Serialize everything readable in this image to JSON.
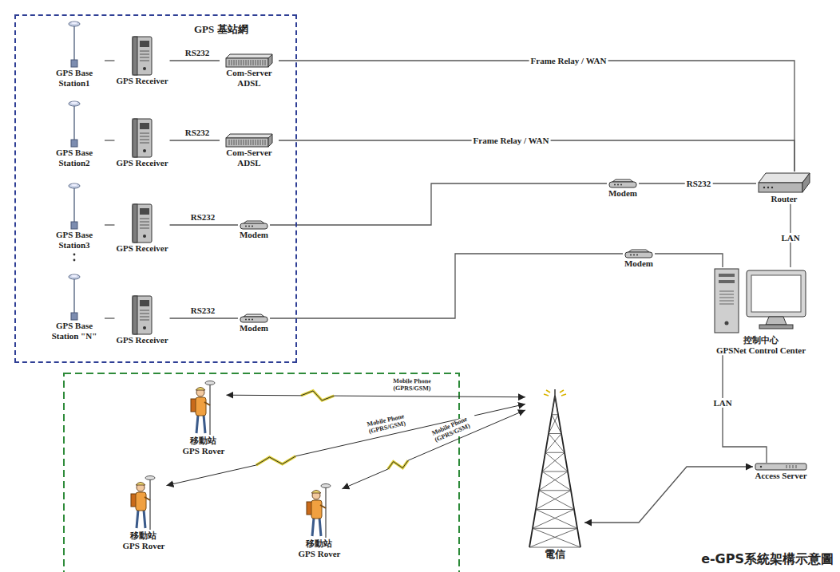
{
  "diagram": {
    "caption": "e-GPS系統架構示意圖",
    "nodes": [
      {
        "text": [
          "GPS 基站網"
        ]
      },
      {
        "text": [
          "GPS Base Station1"
        ],
        "in": 0
      },
      {
        "text": [
          "GPS Receiver"
        ],
        "in": 0
      },
      {
        "text": [
          "Com-Server ADSL"
        ],
        "in": 0
      },
      {
        "text": [
          "GPS Base Station2"
        ],
        "in": 0
      },
      {
        "text": [
          "GPS Receiver"
        ],
        "in": 0
      },
      {
        "text": [
          "Com-Server ADSL"
        ],
        "in": 0
      },
      {
        "text": [
          "GPS Base Station3"
        ],
        "in": 0
      },
      {
        "text": [
          "GPS Receiver"
        ],
        "in": 0
      },
      {
        "text": [
          "Modem"
        ],
        "in": 0
      },
      {
        "text": [
          "GPS Base Station \"N\""
        ],
        "in": 0
      },
      {
        "text": [
          "GPS Receiver"
        ],
        "in": 0
      },
      {
        "text": [
          "Modem"
        ],
        "in": 0
      },
      {
        "text": [
          "Modem"
        ]
      },
      {
        "text": [
          "Router"
        ]
      },
      {
        "text": [
          "Modem"
        ]
      },
      {
        "text": [
          "控制中心",
          "GPSNet Control Center"
        ]
      },
      {
        "text": [
          "移動站",
          "GPS Rover"
        ]
      },
      {
        "text": [
          "移動站",
          "GPS Rover"
        ]
      },
      {
        "text": [
          "移動站",
          "GPS Rover"
        ]
      },
      {
        "text": [
          "電信"
        ]
      },
      {
        "text": [
          "Access Server"
        ]
      }
    ],
    "edges": [
      {
        "from": 1,
        "to": 2,
        "arrow": "none"
      },
      {
        "from": 2,
        "to": 3,
        "label": "RS232",
        "arrow": "none"
      },
      {
        "from": 3,
        "to": 14,
        "label": "Frame Relay / WAN",
        "arrow": "none"
      },
      {
        "from": 4,
        "to": 5,
        "arrow": "none"
      },
      {
        "from": 5,
        "to": 6,
        "label": "RS232",
        "arrow": "none"
      },
      {
        "from": 6,
        "to": 14,
        "label": "Frame Relay / WAN",
        "arrow": "none"
      },
      {
        "from": 7,
        "to": 8,
        "arrow": "none"
      },
      {
        "from": 8,
        "to": 9,
        "label": "RS232",
        "arrow": "none"
      },
      {
        "from": 9,
        "to": 13,
        "arrow": "none"
      },
      {
        "from": 13,
        "to": 14,
        "label": "RS232",
        "arrow": "none"
      },
      {
        "from": 10,
        "to": 11,
        "arrow": "none"
      },
      {
        "from": 11,
        "to": 12,
        "label": "RS232",
        "arrow": "none"
      },
      {
        "from": 12,
        "to": 15,
        "arrow": "none"
      },
      {
        "from": 15,
        "to": 16,
        "arrow": "none"
      },
      {
        "from": 14,
        "to": 16,
        "label": "LAN",
        "arrow": "none"
      },
      {
        "from": 16,
        "to": 21,
        "label": "LAN",
        "arrow": "none"
      },
      {
        "from": 21,
        "to": 20,
        "arrow": "both"
      },
      {
        "from": 17,
        "to": 20,
        "label": "Mobile Phone (GPRS/GSM)",
        "arrow": "both"
      },
      {
        "from": 18,
        "to": 20,
        "label": "Mobile Phone (GPRS/GSM)",
        "arrow": "both"
      },
      {
        "from": 19,
        "to": 20,
        "label": "Mobile Phone (GPRS/GSM)",
        "arrow": "both"
      }
    ]
  }
}
